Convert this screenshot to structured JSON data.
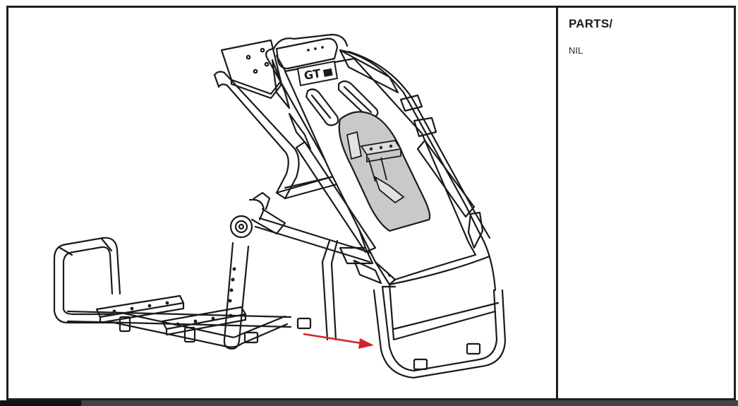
{
  "parts_panel": {
    "title": "PARTS/",
    "value": "NIL"
  },
  "illustration": {
    "badge_text": "GT",
    "arrow_color": "#d1242a",
    "cutout_color": "#c9c9c9",
    "line_color": "#1a1a1a"
  }
}
